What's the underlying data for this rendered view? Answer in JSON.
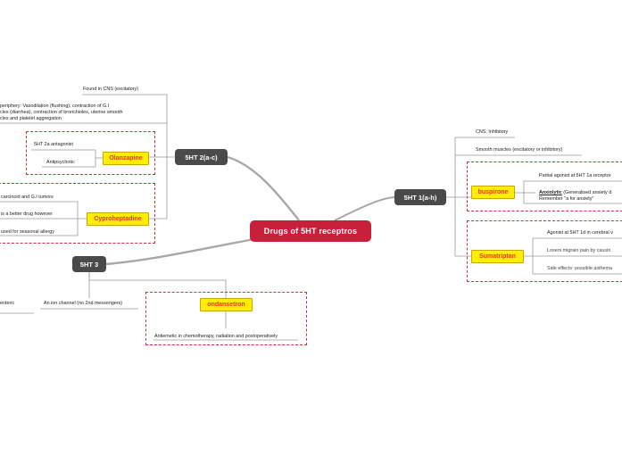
{
  "central": {
    "title": "Drugs of 5HT receptros"
  },
  "receptors": {
    "r5ht2": {
      "label": "5HT 2(a-c)",
      "notes": [
        "Found in CNS (excitatory)",
        "periphery: Vasodilation (flushing), contraction of G.I",
        "cles (diarrhea), contraction of bronchioles, uterine smooth",
        "cles and platelet aggregation"
      ],
      "drugs": {
        "olanzapine": {
          "name": "Olanzapine",
          "facts": [
            "5HT 2a antagonist",
            "Antipsychotic"
          ]
        },
        "cyproheptadine": {
          "name": "Cyproheptadine",
          "facts": [
            "carcinoid and G.I tumors",
            "is a better drug however",
            "used for seasonal allergy"
          ]
        }
      }
    },
    "r5ht3": {
      "label": "5HT 3",
      "notes": [
        "enteric",
        "An ion channel (no 2nd messengers)"
      ],
      "drugs": {
        "ondansetron": {
          "name": "ondansetron",
          "facts": [
            "Antiemetic in chemotherapy, radiation and postoperatively"
          ]
        }
      }
    },
    "r5ht1": {
      "label": "5HT 1(a-h)",
      "notes": [
        "CNS: Inhibitory",
        "Smooth muscles (excitatory or inhibitory)"
      ],
      "drugs": {
        "buspirone": {
          "name": "buspirone",
          "facts": [
            "Partial agonist at 5HT 1a receptor",
            "Anxiolytic",
            "(Generalised anxiety d",
            "Remember \"a for anxiety\""
          ]
        },
        "sumatriptan": {
          "name": "Sumatriptan",
          "facts": [
            "Agonist at 5HT 1d in cerebral v",
            "Losers migrain pain by causin",
            "Side effects: possible asthema"
          ]
        }
      }
    }
  }
}
